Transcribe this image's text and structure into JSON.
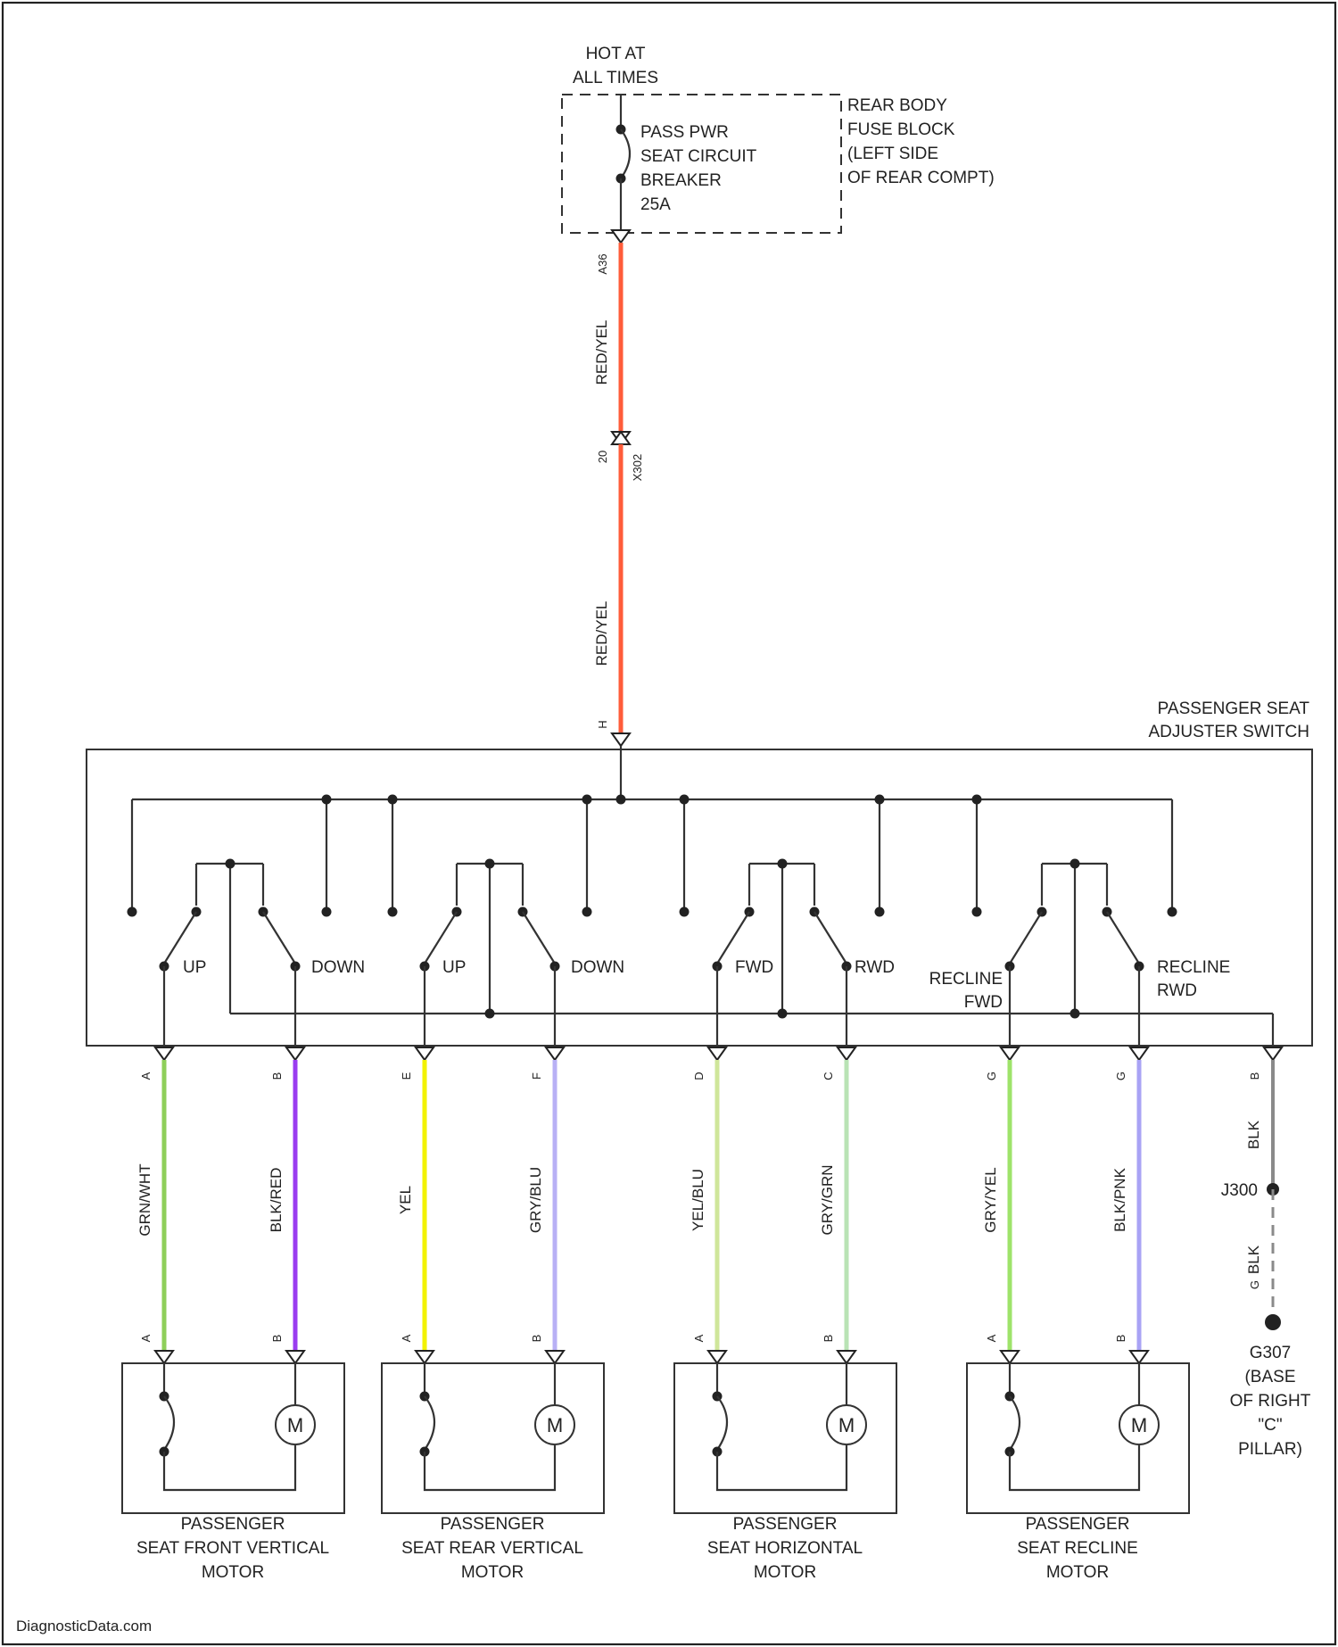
{
  "power": {
    "hot_line1": "HOT AT",
    "hot_line2": "ALL TIMES",
    "breaker": [
      "PASS PWR",
      "SEAT CIRCUIT",
      "BREAKER",
      "25A"
    ],
    "fuse_block": [
      "REAR BODY",
      "FUSE BLOCK",
      "(LEFT SIDE",
      "OF REAR COMPT)"
    ],
    "upper_pin": "A36",
    "upper_wire": "RED/YEL",
    "mid_pin_left": "20",
    "mid_pin_right": "X302",
    "lower_wire": "RED/YEL",
    "lower_pin": "H",
    "wire_color": "#ff5c3a"
  },
  "switch": {
    "title": [
      "PASSENGER SEAT",
      "ADJUSTER SWITCH"
    ],
    "labels": {
      "s1_left": "UP",
      "s1_right": "DOWN",
      "s2_left": "UP",
      "s2_right": "DOWN",
      "s3_left": "FWD",
      "s3_right": "RWD",
      "s4_left_1": "RECLINE",
      "s4_left_2": "FWD",
      "s4_right_1": "RECLINE",
      "s4_right_2": "RWD"
    }
  },
  "wires": [
    {
      "pin_top": "A",
      "label": "GRN/WHT",
      "pin_bottom": "A",
      "color": "#8ecf5a"
    },
    {
      "pin_top": "B",
      "label": "BLK/RED",
      "pin_bottom": "B",
      "color": "#9a3cf0"
    },
    {
      "pin_top": "E",
      "label": "YEL",
      "pin_bottom": "A",
      "color": "#f2f200"
    },
    {
      "pin_top": "F",
      "label": "GRY/BLU",
      "pin_bottom": "B",
      "color": "#b8b0f5"
    },
    {
      "pin_top": "D",
      "label": "YEL/BLU",
      "pin_bottom": "A",
      "color": "#cfe69a"
    },
    {
      "pin_top": "C",
      "label": "GRY/GRN",
      "pin_bottom": "B",
      "color": "#b9e3b5"
    },
    {
      "pin_top": "G",
      "label": "GRY/YEL",
      "pin_bottom": "A",
      "color": "#9ee36a"
    },
    {
      "pin_top": "G",
      "label": "BLK/PNK",
      "pin_bottom": "B",
      "color": "#a9a3f5"
    }
  ],
  "ground": {
    "pin": "B",
    "wire_top": "BLK",
    "junction": "J300",
    "wire_bottom": "BLK",
    "pin_bottom": "G",
    "label": [
      "G307",
      "(BASE",
      "OF RIGHT",
      "\"C\"",
      "PILLAR)"
    ],
    "color": "#8a8a8a"
  },
  "motors": [
    {
      "symbol": "M",
      "label": [
        "PASSENGER",
        "SEAT FRONT VERTICAL",
        "MOTOR"
      ]
    },
    {
      "symbol": "M",
      "label": [
        "PASSENGER",
        "SEAT REAR VERTICAL",
        "MOTOR"
      ]
    },
    {
      "symbol": "M",
      "label": [
        "PASSENGER",
        "SEAT HORIZONTAL",
        "MOTOR"
      ]
    },
    {
      "symbol": "M",
      "label": [
        "PASSENGER",
        "SEAT RECLINE",
        "MOTOR"
      ]
    }
  ],
  "watermark": "DiagnosticData.com"
}
